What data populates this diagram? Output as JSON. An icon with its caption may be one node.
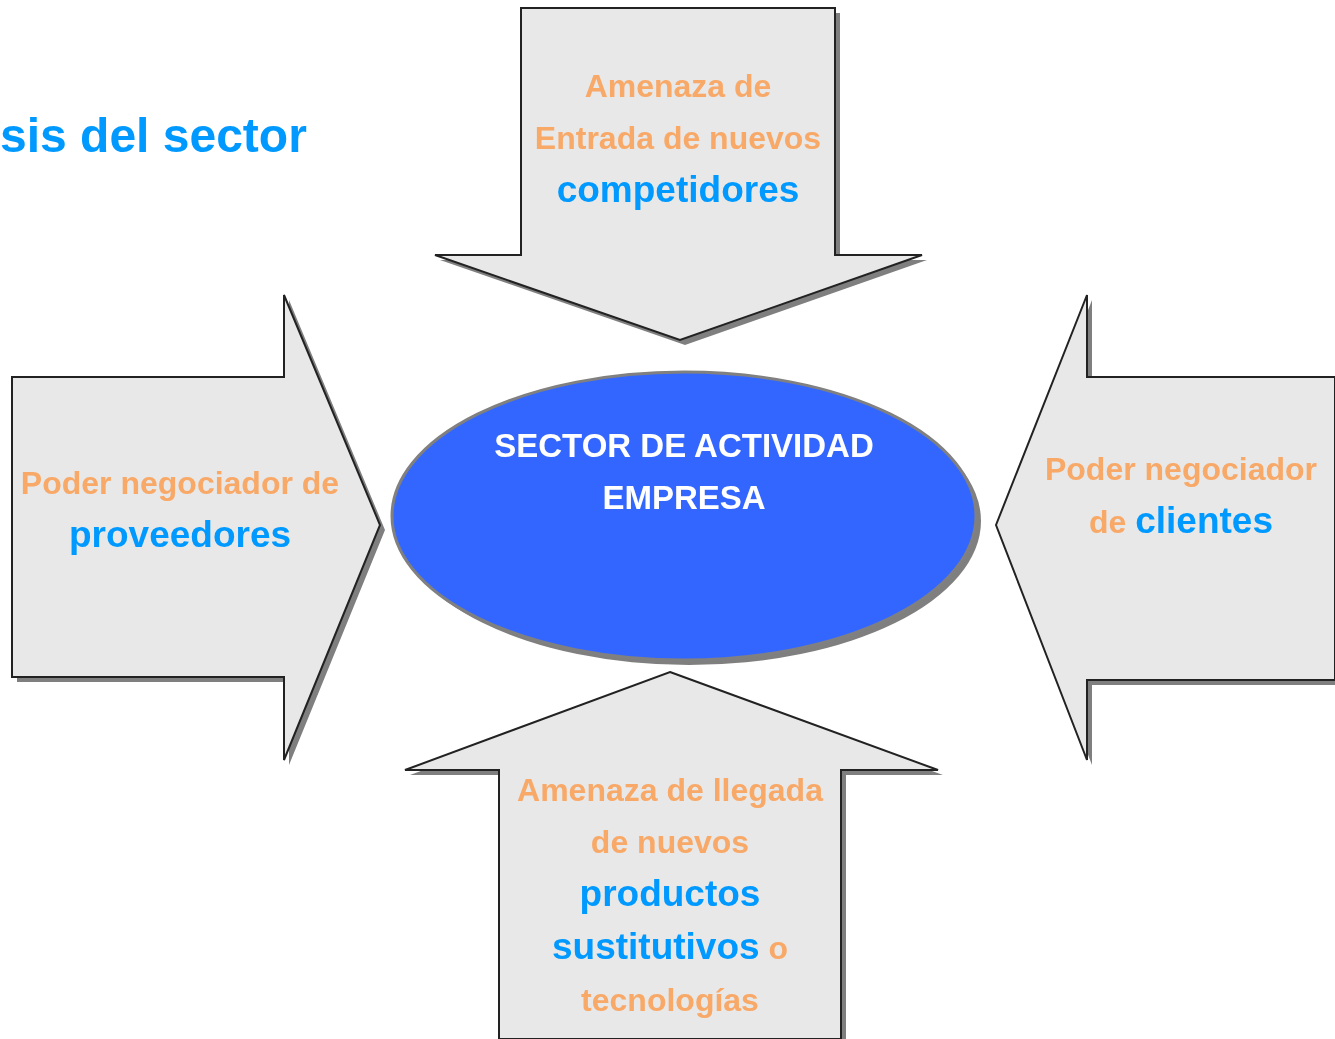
{
  "diagram": {
    "title": "sis del sector",
    "nodes": [
      {
        "text": [
          "Amenaza de Entrada de nuevos **competidores**"
        ]
      },
      {
        "text": [
          "Poder negociador de **proveedores**"
        ]
      },
      {
        "text": [
          "SECTOR DE ACTIVIDAD EMPRESA"
        ]
      },
      {
        "text": [
          "Poder negociador de **clientes**"
        ]
      },
      {
        "text": [
          "Amenaza de llegada de nuevos **productos sustitutivos** o tecnologías"
        ]
      }
    ]
  }
}
